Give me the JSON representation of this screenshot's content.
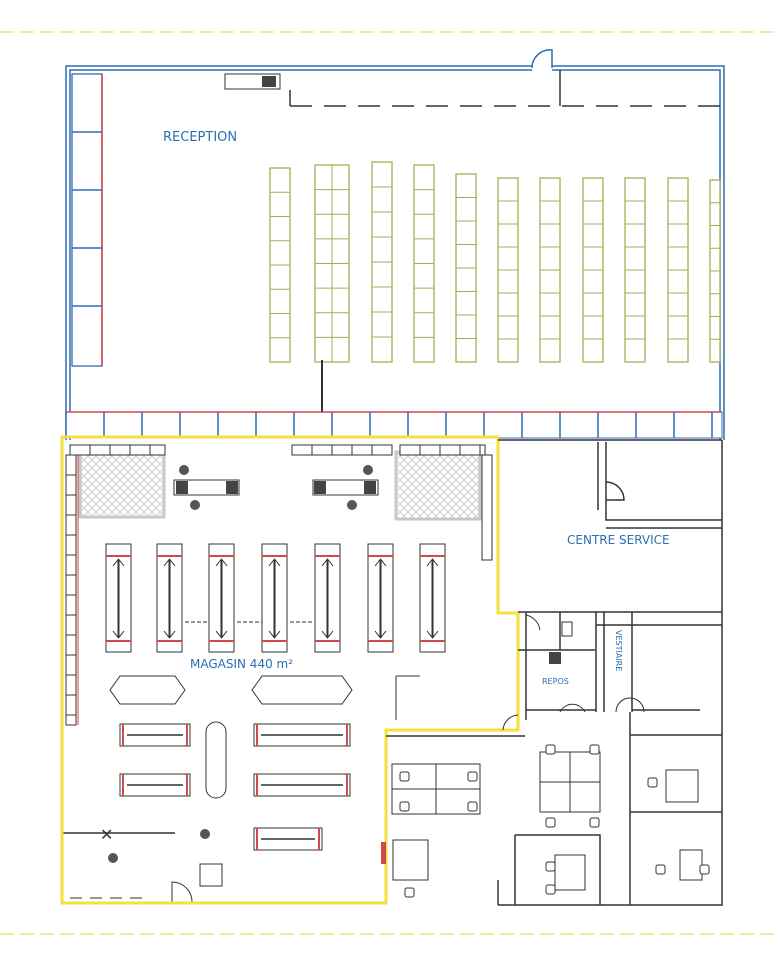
{
  "plan": {
    "rooms": {
      "reception": "RECEPTION",
      "centre_service": "CENTRE SERVICE",
      "magasin": "MAGASIN 440 m²",
      "repos": "REPOS",
      "vestiaire": "VESTIAIRE"
    },
    "colors": {
      "outer_wall": "#2f6db5",
      "rack_reception": "#a7ad55",
      "rack_red": "#d04a4a",
      "magasin_boundary": "#f2e23a",
      "wall": "#222222",
      "hatch": "#d8d8d8",
      "label": "#2a6fb0"
    }
  }
}
